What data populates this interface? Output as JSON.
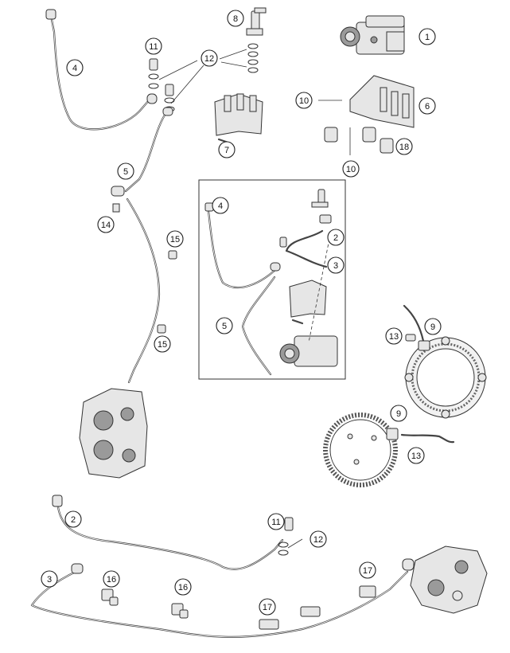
{
  "callouts": [
    {
      "id": "c1",
      "label": "1"
    },
    {
      "id": "c2a",
      "label": "2"
    },
    {
      "id": "c2b",
      "label": "2"
    },
    {
      "id": "c3a",
      "label": "3"
    },
    {
      "id": "c3b",
      "label": "3"
    },
    {
      "id": "c4a",
      "label": "4"
    },
    {
      "id": "c4b",
      "label": "4"
    },
    {
      "id": "c5a",
      "label": "5"
    },
    {
      "id": "c5b",
      "label": "5"
    },
    {
      "id": "c6",
      "label": "6"
    },
    {
      "id": "c7",
      "label": "7"
    },
    {
      "id": "c8",
      "label": "8"
    },
    {
      "id": "c9a",
      "label": "9"
    },
    {
      "id": "c9b",
      "label": "9"
    },
    {
      "id": "c10a",
      "label": "10"
    },
    {
      "id": "c10b",
      "label": "10"
    },
    {
      "id": "c11a",
      "label": "11"
    },
    {
      "id": "c11b",
      "label": "11"
    },
    {
      "id": "c12a",
      "label": "12"
    },
    {
      "id": "c12b",
      "label": "12"
    },
    {
      "id": "c13a",
      "label": "13"
    },
    {
      "id": "c13b",
      "label": "13"
    },
    {
      "id": "c14",
      "label": "14"
    },
    {
      "id": "c15a",
      "label": "15"
    },
    {
      "id": "c15b",
      "label": "15"
    },
    {
      "id": "c16a",
      "label": "16"
    },
    {
      "id": "c16b",
      "label": "16"
    },
    {
      "id": "c17a",
      "label": "17"
    },
    {
      "id": "c17b",
      "label": "17"
    },
    {
      "id": "c18",
      "label": "18"
    }
  ]
}
